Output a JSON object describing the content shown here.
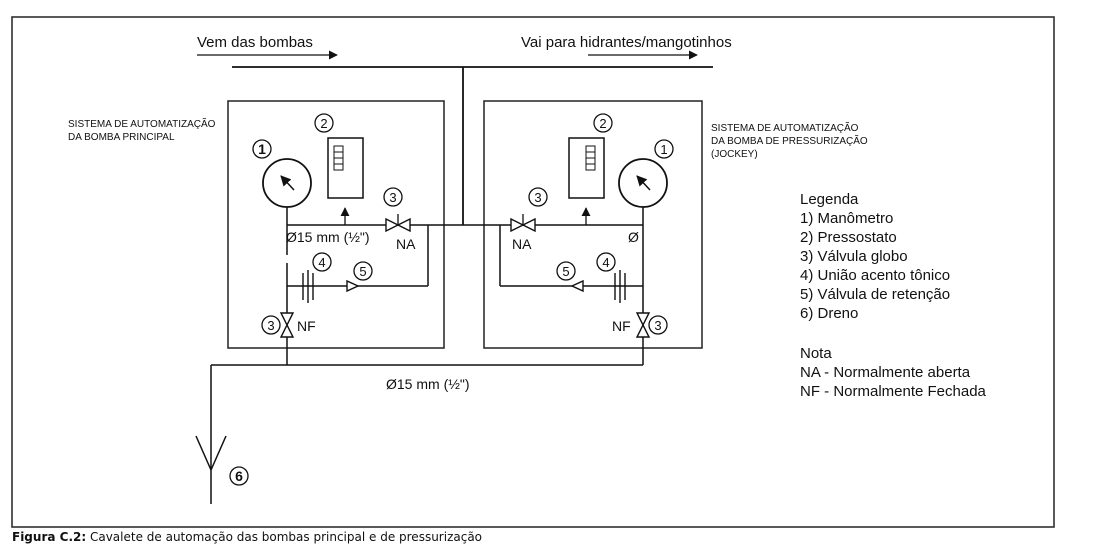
{
  "header": {
    "from_pumps": "Vem das bombas",
    "to_hydrants": "Vai para hidrantes/mangotinhos"
  },
  "left_system": {
    "title_line1": "SISTEMA DE AUTOMATIZAÇÃO",
    "title_line2": "DA BOMBA PRINCIPAL",
    "pipe_label": "Ø15 mm (½\")",
    "valve_na": "NA",
    "valve_nf": "NF"
  },
  "right_system": {
    "title_line1": "SISTEMA DE AUTOMATIZAÇÃO",
    "title_line2": "DA BOMBA DE PRESSURIZAÇÃO",
    "title_line3": "(JOCKEY)",
    "pipe_label": "Ø",
    "valve_na": "NA",
    "valve_nf": "NF"
  },
  "callouts": {
    "c1": "1",
    "c2": "2",
    "c3": "3",
    "c4": "4",
    "c5": "5",
    "c6": "6"
  },
  "bottom_pipe_label": "Ø15 mm (½\")",
  "legend": {
    "title": "Legenda",
    "items": [
      "1) Manômetro",
      "2) Pressostato",
      "3) Válvula globo",
      "4) União acento tônico",
      "5) Válvula de retenção",
      "6) Dreno"
    ]
  },
  "note": {
    "title": "Nota",
    "items": [
      "NA - Normalmente aberta",
      "NF - Normalmente Fechada"
    ]
  },
  "caption": {
    "label": "Figura C.2:",
    "text": " Cavalete de automação das bombas principal e de pressurização"
  }
}
